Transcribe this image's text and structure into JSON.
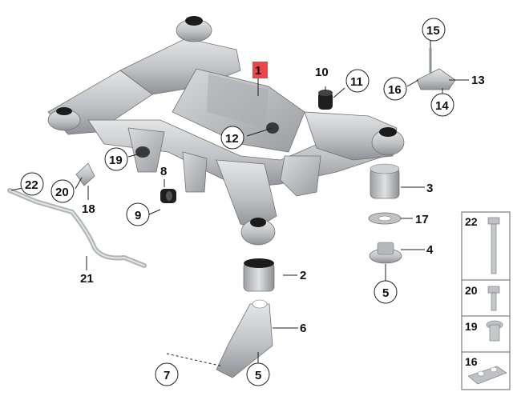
{
  "callouts": {
    "c1": "1",
    "c2": "2",
    "c3": "3",
    "c4": "4",
    "c5a": "5",
    "c5b": "5",
    "c6": "6",
    "c7": "7",
    "c8": "8",
    "c9": "9",
    "c10": "10",
    "c11": "11",
    "c12": "12",
    "c13": "13",
    "c14": "14",
    "c15": "15",
    "c16": "16",
    "c17": "17",
    "c18": "18",
    "c19": "19",
    "c20": "20",
    "c21": "21",
    "c22": "22"
  },
  "legend": {
    "l22": "22",
    "l20": "20",
    "l19": "19",
    "l16": "16"
  },
  "colors": {
    "part_fill": "#c7c8ca",
    "part_dark": "#8e9094",
    "rubber": "#1b1b1b",
    "highlight_box": "#e8262d"
  }
}
